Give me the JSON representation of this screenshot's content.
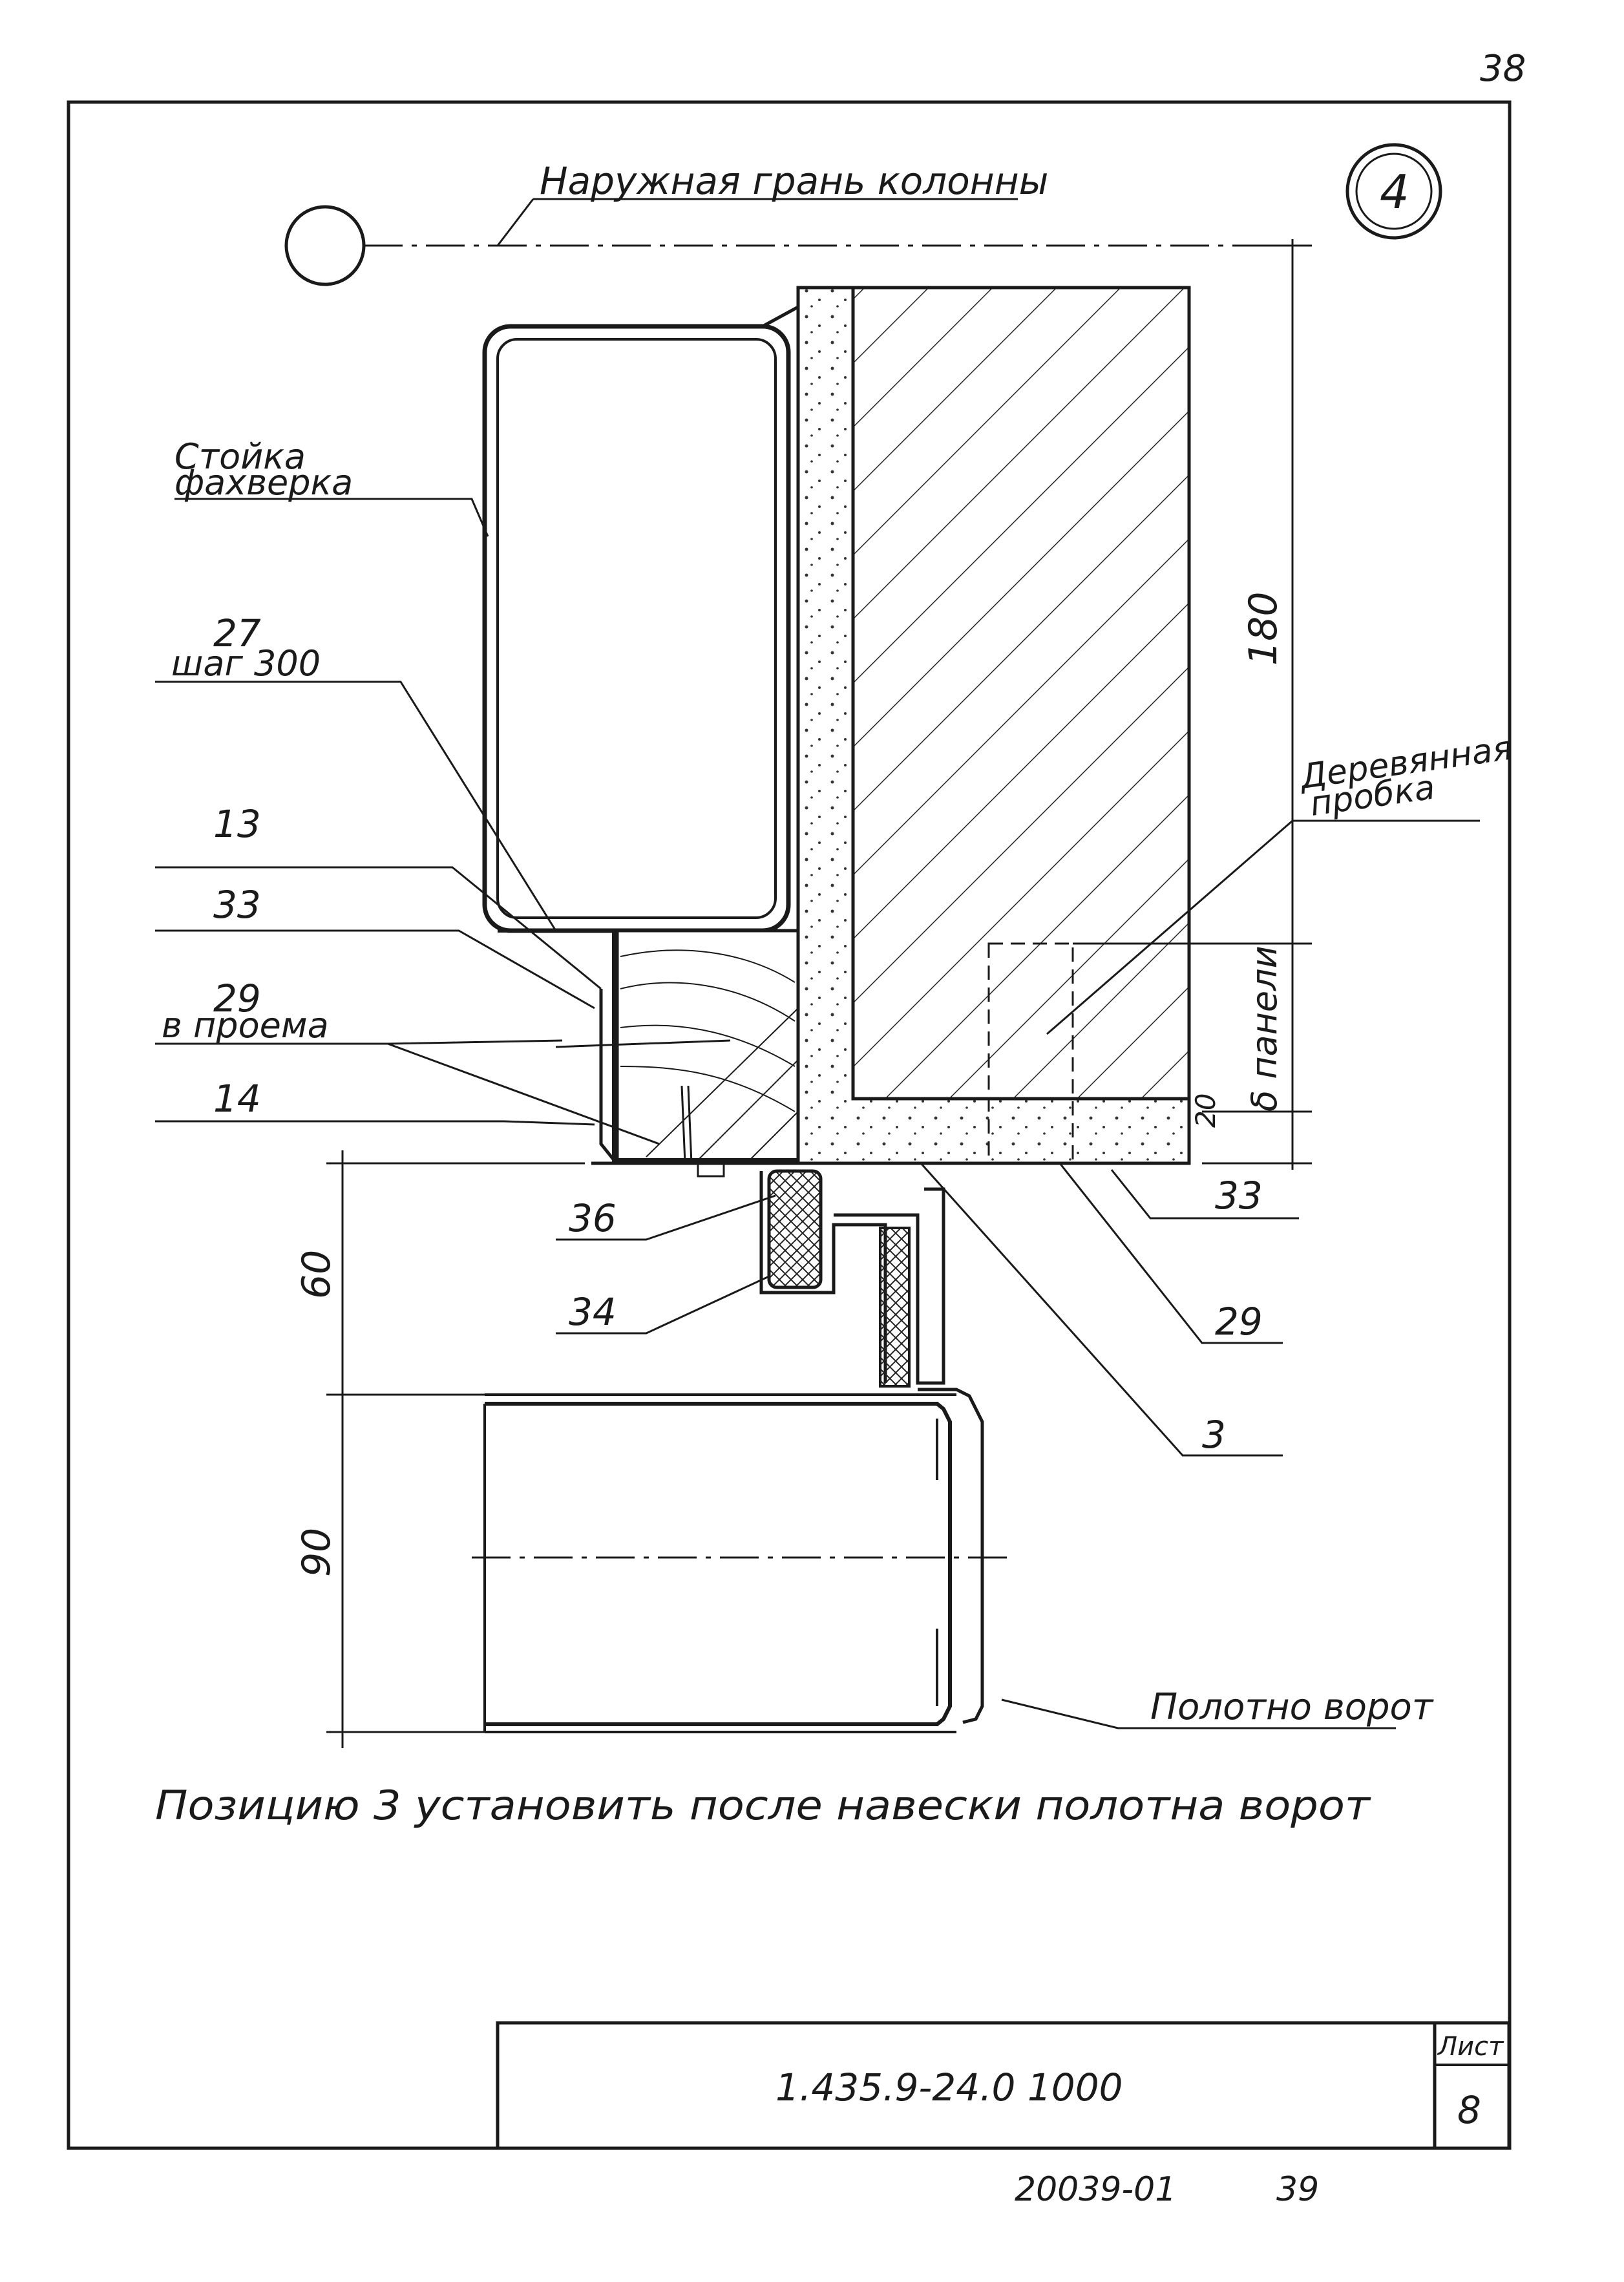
{
  "sheet": {
    "page_number": "38",
    "node_marker": "4",
    "doc_code": "1.435.9-24.0 1000",
    "sheet_header": "Лист",
    "sheet_number": "8",
    "archive_number": "20039-01",
    "archive_page": "39"
  },
  "labels": {
    "column_face": "Наружная грань колонны",
    "post_line1": "Стойка",
    "post_line2": "фахверка",
    "item_27": "27",
    "pitch": "шаг 300",
    "item_13": "13",
    "item_33_left": "33",
    "item_29_left": "29",
    "in_opening": "в проема",
    "item_14": "14",
    "wood_plug_line1": "Деревянная",
    "wood_plug_line2": "пробка",
    "panel_thickness": "δ панели",
    "dim_180": "180",
    "dim_20": "20",
    "item_33_right": "33",
    "item_36": "36",
    "item_34": "34",
    "item_29_right": "29",
    "item_3": "3",
    "dim_60": "60",
    "dim_90": "90",
    "gate_leaf": "Полотно ворот",
    "note": "Позицию 3 установить после навески полотна ворот"
  }
}
